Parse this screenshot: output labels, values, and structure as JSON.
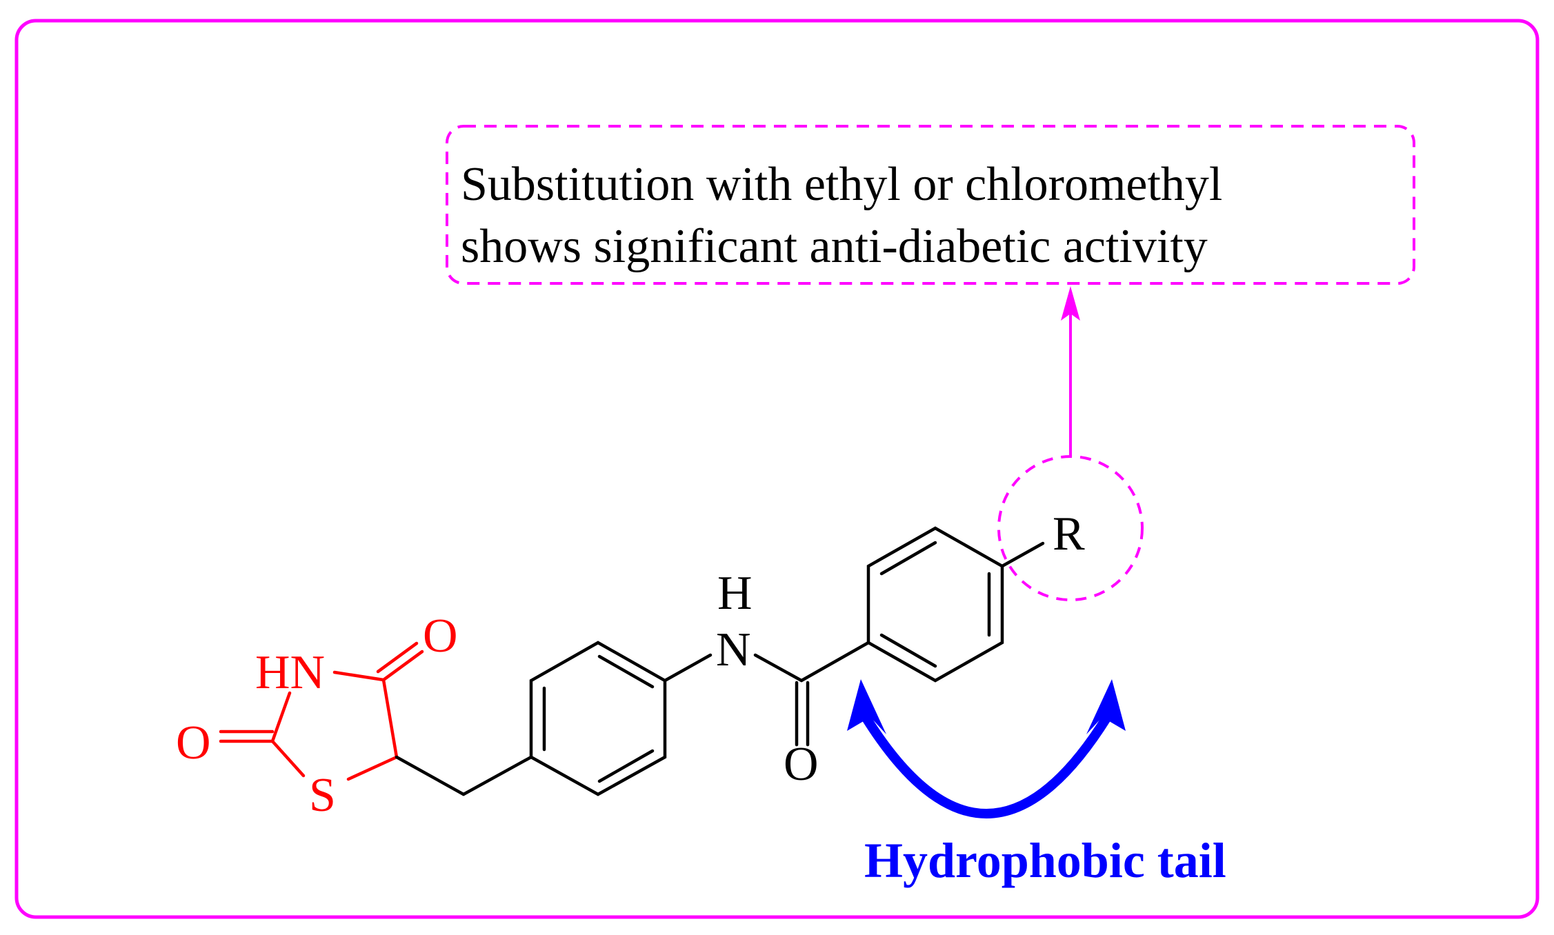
{
  "annotation": {
    "line1": "Substitution with ethyl or chloromethyl",
    "line2": "shows significant anti-diabetic activity"
  },
  "molecule": {
    "thiazolidinedione": {
      "nh": "HN",
      "carbonyl_o_top": "O",
      "carbonyl_o_left": "O",
      "sulfur": "S"
    },
    "amide": {
      "h": "H",
      "n": "N",
      "o": "O"
    },
    "substituent": "R"
  },
  "tail_label": "Hydrophobic tail",
  "colors": {
    "frame": "#ff00ff",
    "head_group": "#ff0000",
    "skeleton": "#000000",
    "tail_arrow": "#0000ff"
  }
}
